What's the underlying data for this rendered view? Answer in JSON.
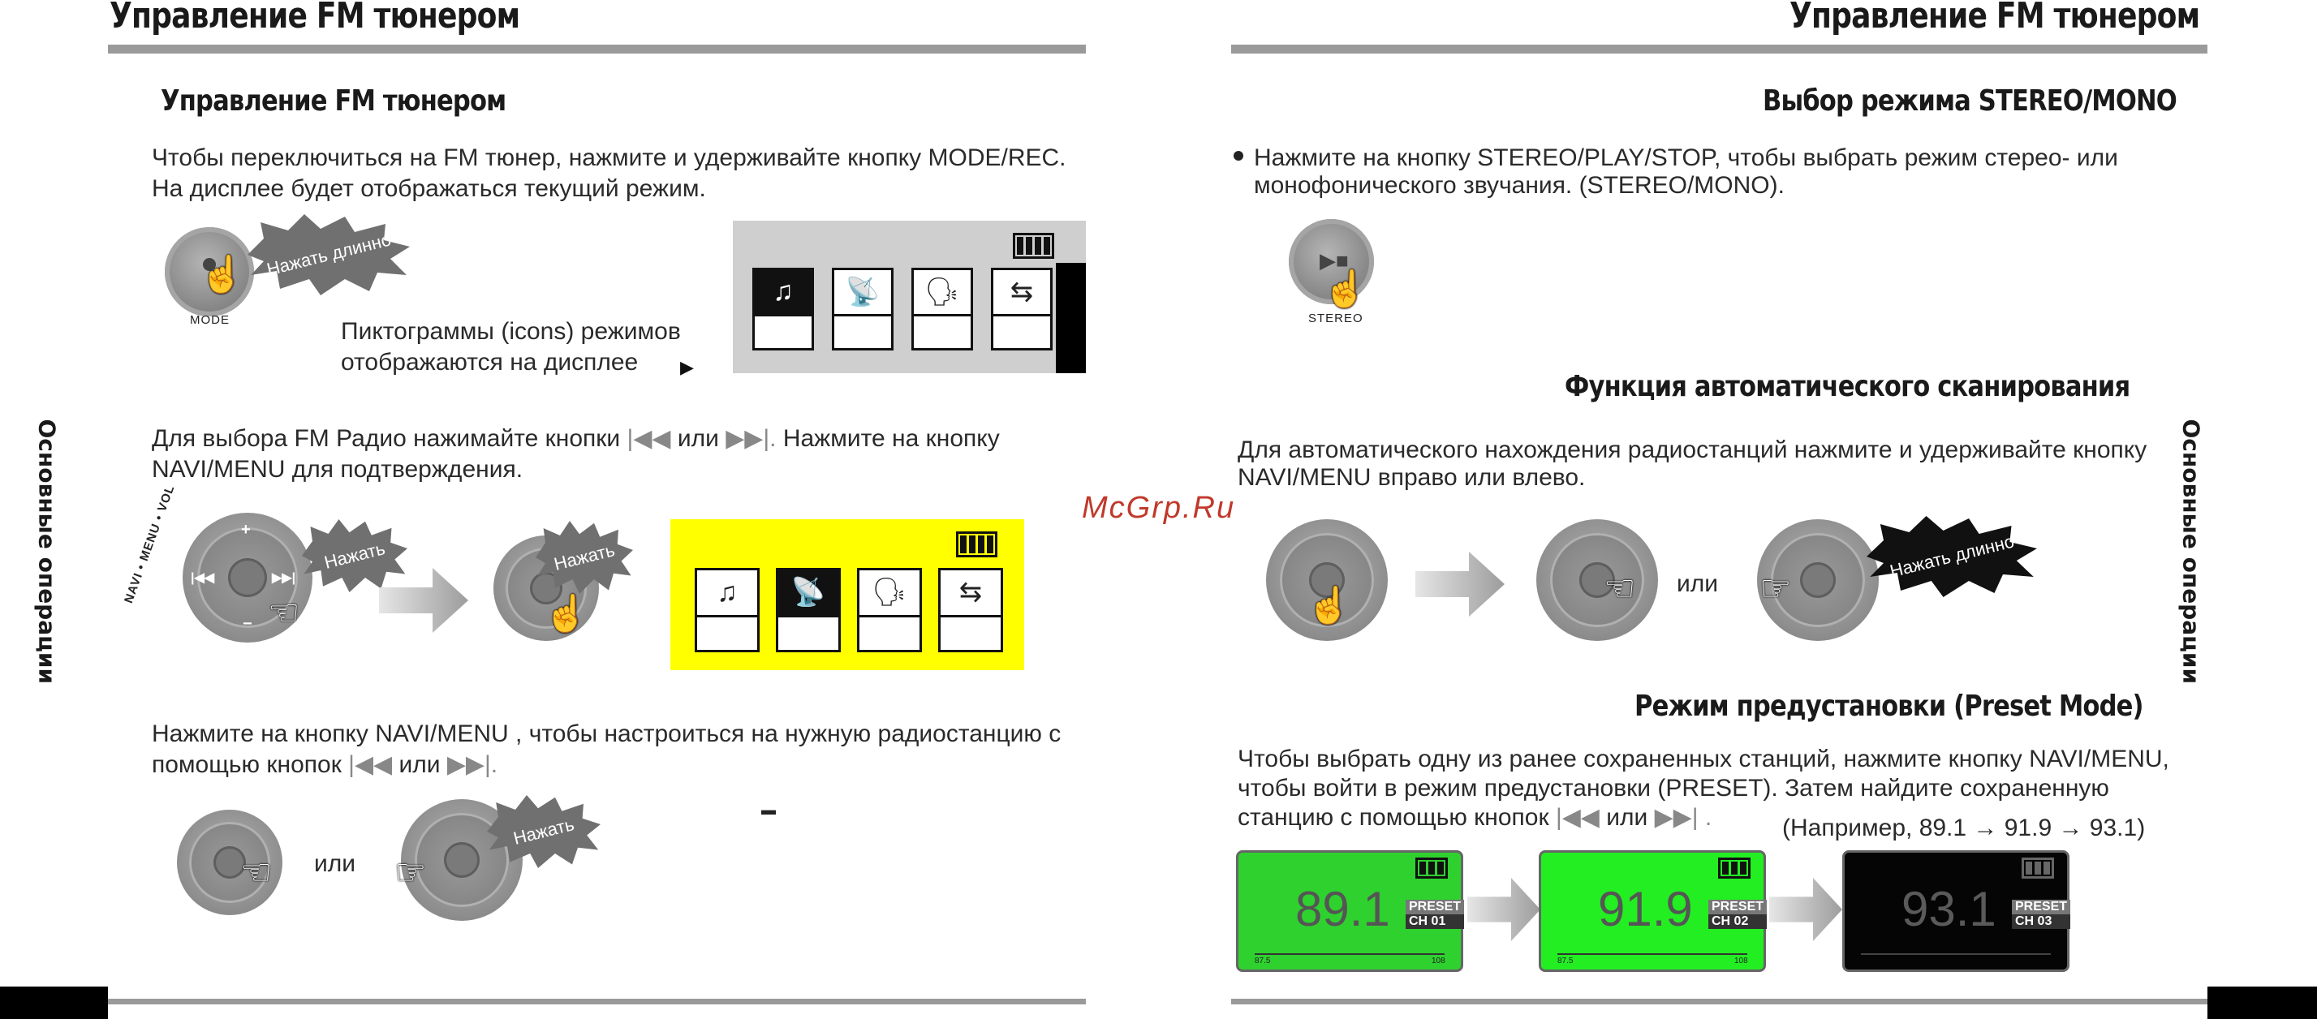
{
  "left_page": {
    "title": "Управление FM тюнером",
    "section_title": "Управление FM тюнером",
    "para1": "Чтобы переключиться на FM тюнер, нажмите и удерживайте кнопку MODE/REC. На дисплее будет отображаться текущий режим.",
    "burst_long_press": "Нажать длинно",
    "mode_button_label": "MODE",
    "icons_caption_line1": "Пиктограммы (icons) режимов",
    "icons_caption_line2": "отображаются на дисплее",
    "para2_line1_a": "Для выбора FM Радио нажимайте кнопки",
    "para2_line1_or": "или",
    "para2_line1_b": "Нажмите на кнопку",
    "para2_line2": "NAVI/MENU для подтверждения.",
    "burst_press": "Нажать",
    "wheel_label": "NAVI • MENU • VOL",
    "para3_line1": "Нажмите на кнопку NAVI/MENU , чтобы настроиться на нужную радиостанцию с",
    "para3_line2_a": "помощью кнопок",
    "para3_line2_or": "или",
    "or_word": "или",
    "side_tab": "Основные операции"
  },
  "right_page": {
    "title": "Управление FM тюнером",
    "sec1_title": "Выбор режима STEREO/MONO",
    "sec1_line1": "Нажмите на кнопку STEREO/PLAY/STOP, чтобы выбрать режим стерео- или",
    "sec1_line2": "монофонического звучания. (STEREO/MONO).",
    "stereo_label": "STEREO",
    "sec2_title": "Функция автоматического сканирования",
    "sec2_line1": "Для автоматического нахождения радиостанций нажмите и удерживайте кнопку",
    "sec2_line2": "NAVI/MENU вправо или влево.",
    "or_word": "или",
    "burst_long_press": "Нажать длинно",
    "sec3_title": "Режим предустановки (Preset Mode)",
    "sec3_line1": "Чтобы выбрать одну из ранее сохраненных станций, нажмите кнопку NAVI/MENU,",
    "sec3_line2": "чтобы войти в режим предустановки (PRESET). Затем найдите сохраненную",
    "sec3_line3_a": "станцию с помощью кнопок",
    "sec3_line3_or": "или",
    "example": "(Например, 89.1 → 91.9 → 93.1)",
    "screens": [
      {
        "freq": "89.1",
        "preset": "PRESET",
        "ch": "CH  01",
        "bg": "#2fd12f"
      },
      {
        "freq": "91.9",
        "preset": "PRESET",
        "ch": "CH  02",
        "bg": "#22ee22"
      },
      {
        "freq": "93.1",
        "preset": "PRESET",
        "ch": "CH  03",
        "bg": "#050505"
      }
    ],
    "scale_min": "87.5",
    "scale_max": "108",
    "side_tab": "Основные операции"
  },
  "watermark": "McGrp.Ru",
  "colors": {
    "yellow_panel": "#ffff00",
    "gray_panel": "#cfcfcf",
    "watermark": "#c0392b"
  }
}
